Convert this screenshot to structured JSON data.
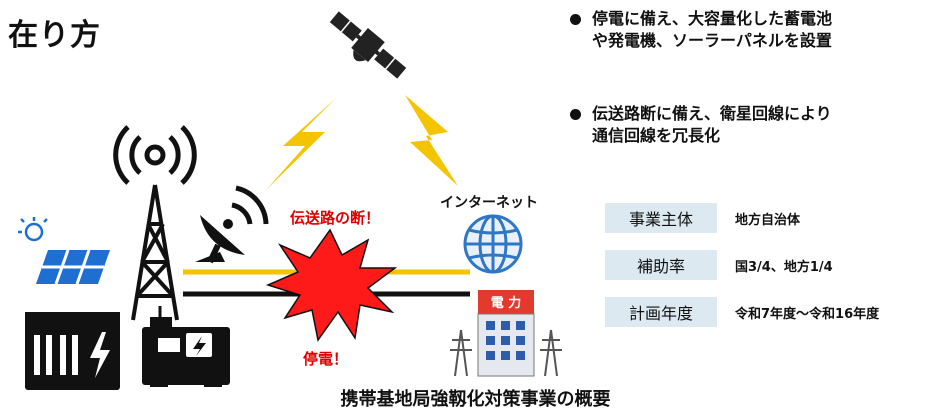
{
  "title": "在り方",
  "bullets": [
    {
      "line1": "停電に備え、大容量化した蓄電池",
      "line2": "や発電機、ソーラーパネルを設置"
    },
    {
      "line1": "伝送路断に備え、衛星回線により",
      "line2": "通信回線を冗長化"
    }
  ],
  "diagram": {
    "transmission_cut_label": "伝送路の断！",
    "power_outage_label": "停電！",
    "internet_label": "インターネット",
    "power_company_sign": "電 力"
  },
  "info_table": [
    {
      "key": "事業主体",
      "value": "地方自治体"
    },
    {
      "key": "補助率",
      "value": "国3/4、地方1/4"
    },
    {
      "key": "計画年度",
      "value": "令和7年度～令和16年度"
    }
  ],
  "caption": "携帯基地局強靱化対策事業の概要",
  "colors": {
    "lightning": "#f5c400",
    "transmission_line": "#f5c400",
    "explosion": "#ff1a1a",
    "solar_panel": "#1f6fd1",
    "table_key_bg": "#dce9f1"
  }
}
